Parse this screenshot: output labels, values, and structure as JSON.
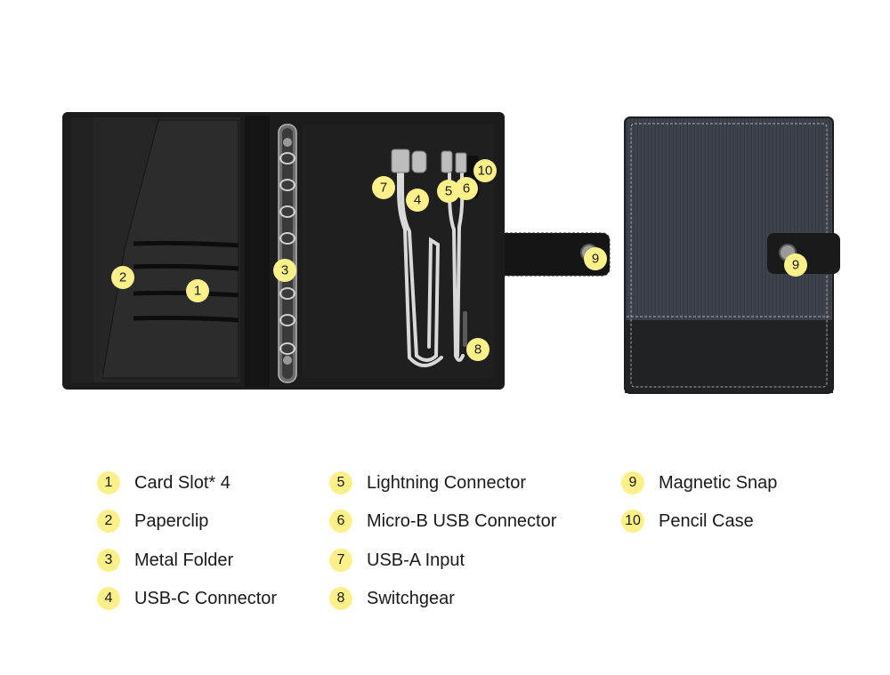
{
  "callouts": {
    "c1": "1",
    "c2": "2",
    "c3": "3",
    "c4": "4",
    "c5": "5",
    "c6": "6",
    "c7": "7",
    "c8": "8",
    "c9a": "9",
    "c9b": "9",
    "c10": "10"
  },
  "legend": [
    {
      "num": "1",
      "label": "Card Slot* 4"
    },
    {
      "num": "2",
      "label": "Paperclip"
    },
    {
      "num": "3",
      "label": "Metal Folder"
    },
    {
      "num": "4",
      "label": "USB-C Connector"
    },
    {
      "num": "5",
      "label": "Lightning Connector"
    },
    {
      "num": "6",
      "label": "Micro-B USB Connector"
    },
    {
      "num": "7",
      "label": "USB-A Input"
    },
    {
      "num": "8",
      "label": "Switchgear"
    },
    {
      "num": "9",
      "label": "Magnetic Snap"
    },
    {
      "num": "10",
      "label": "Pencil Case"
    }
  ],
  "colors": {
    "badge": "#fbf08a",
    "leather": "#1c1c1c",
    "cover_fabric": "#3a3f48",
    "cover_leather": "#202226",
    "stitch": "#c8c8c8"
  }
}
